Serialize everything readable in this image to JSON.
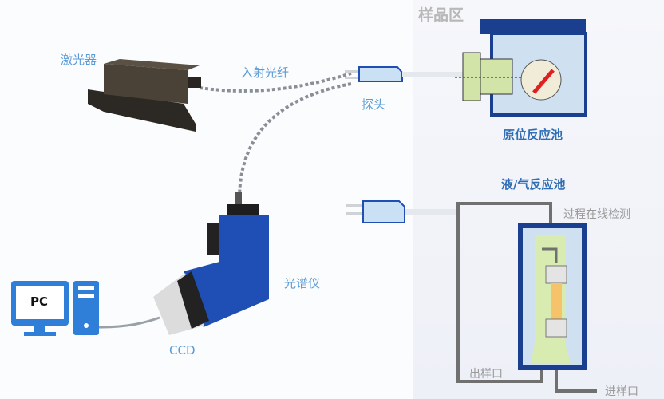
{
  "diagram": {
    "sample_zone_title": "样品区",
    "labels": {
      "laser": "激光器",
      "incident_fiber": "入射光纤",
      "probe": "探头",
      "spectrometer": "光谱仪",
      "ccd": "CCD",
      "pc": "PC",
      "insitu_cell": "原位反应池",
      "liquid_gas_cell": "液/气反应池",
      "process_online": "过程在线检测",
      "outlet": "出样口",
      "inlet": "进样口"
    },
    "colors": {
      "label_blue": "#5b9bd5",
      "title_blue": "#2f6db5",
      "device_blue": "#1f4fb5",
      "laser_body": "#3b352c",
      "cell_frame": "#1b3f8f",
      "laser_beam": "#e02020"
    }
  }
}
